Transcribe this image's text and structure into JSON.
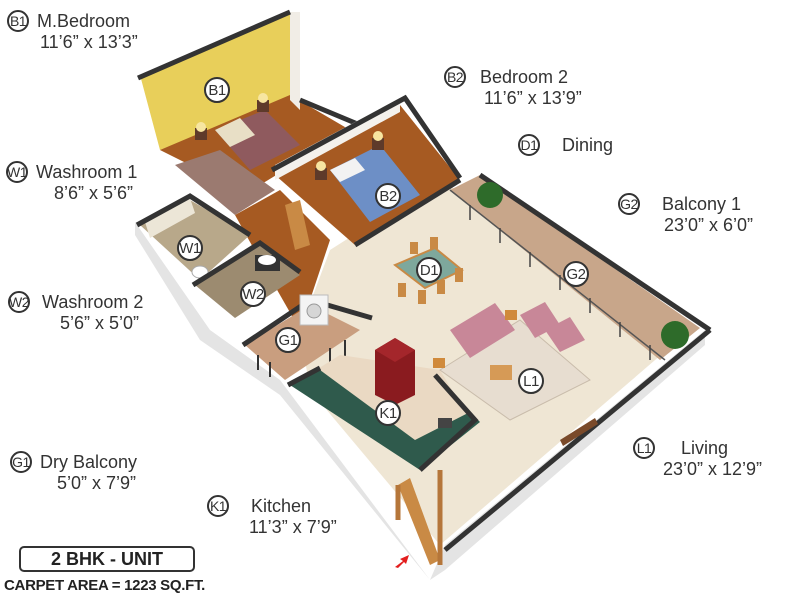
{
  "unit": {
    "title": "2 BHK - UNIT",
    "carpet_area": "CARPET AREA = 1223 SQ.FT."
  },
  "rooms": [
    {
      "code": "B1",
      "name": "M.Bedroom",
      "size": "11’6” x 13’3”"
    },
    {
      "code": "B2",
      "name": "Bedroom 2",
      "size": "11’6” x 13’9”"
    },
    {
      "code": "D1",
      "name": "Dining",
      "size": ""
    },
    {
      "code": "G2",
      "name": "Balcony 1",
      "size": "23’0” x 6’0”"
    },
    {
      "code": "W1",
      "name": "Washroom 1",
      "size": "8’6” x 5’6”"
    },
    {
      "code": "W2",
      "name": "Washroom 2",
      "size": "5’6” x 5’0”"
    },
    {
      "code": "G1",
      "name": "Dry Balcony",
      "size": "5’0” x 7’9”"
    },
    {
      "code": "K1",
      "name": "Kitchen",
      "size": "11’3” x 7’9”"
    },
    {
      "code": "L1",
      "name": "Living",
      "size": "23’0” x 12’9”"
    }
  ],
  "plan_tags": [
    "B1",
    "B2",
    "D1",
    "G2",
    "W1",
    "W2",
    "G1",
    "K1",
    "L1"
  ],
  "icons": {
    "entrance": "entrance-arrow-icon"
  },
  "colors": {
    "wall": "#3a3a3a",
    "wall_side": "#e6e6e6",
    "feature_wall": "#e8cf5a",
    "wood_floor": "#a4561f",
    "tile_floor": "#efe6d6",
    "balcony_floor": "#c9a98e",
    "counter": "#2f5a4c",
    "fridge": "#8a1b1f",
    "sofa": "#c88798",
    "bed_b2": "#6d8fc6",
    "bed_b1": "#8f5a5e",
    "entrance_arrow": "#e31e1e",
    "text": "#333333"
  }
}
